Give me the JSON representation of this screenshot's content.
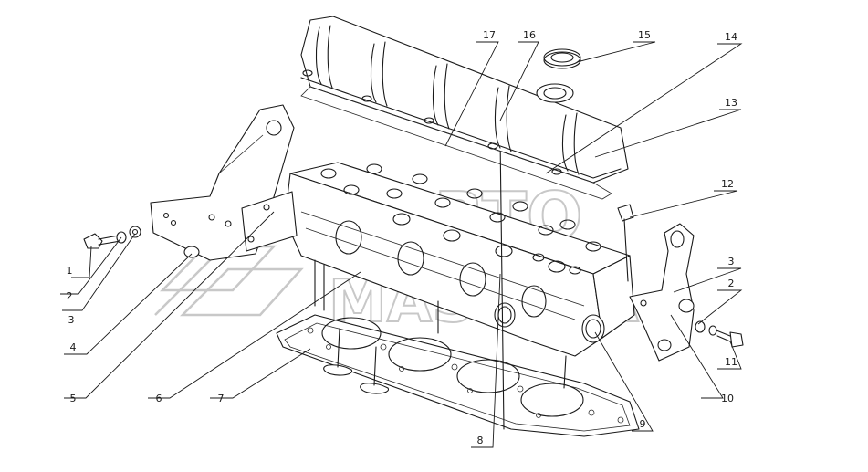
{
  "watermark": {
    "line1": "ARTO",
    "line2": "MASHINA"
  },
  "callouts": [
    {
      "id": "c1",
      "label": "1"
    },
    {
      "id": "c2",
      "label": "2"
    },
    {
      "id": "c3",
      "label": "3"
    },
    {
      "id": "c4",
      "label": "4"
    },
    {
      "id": "c5",
      "label": "5"
    },
    {
      "id": "c6",
      "label": "6"
    },
    {
      "id": "c7",
      "label": "7"
    },
    {
      "id": "c8",
      "label": "8"
    },
    {
      "id": "c9",
      "label": "9"
    },
    {
      "id": "c10",
      "label": "10"
    },
    {
      "id": "c11",
      "label": "11"
    },
    {
      "id": "c12",
      "label": "12"
    },
    {
      "id": "c13",
      "label": "13"
    },
    {
      "id": "c14",
      "label": "14"
    },
    {
      "id": "c15",
      "label": "15"
    },
    {
      "id": "c16",
      "label": "16"
    },
    {
      "id": "c17",
      "label": "17"
    },
    {
      "id": "c3r",
      "label": "3"
    },
    {
      "id": "c2r",
      "label": "2"
    }
  ],
  "colors": {
    "line": "#1a1a1a",
    "watermark": "#c8c8c8",
    "background": "#ffffff"
  }
}
